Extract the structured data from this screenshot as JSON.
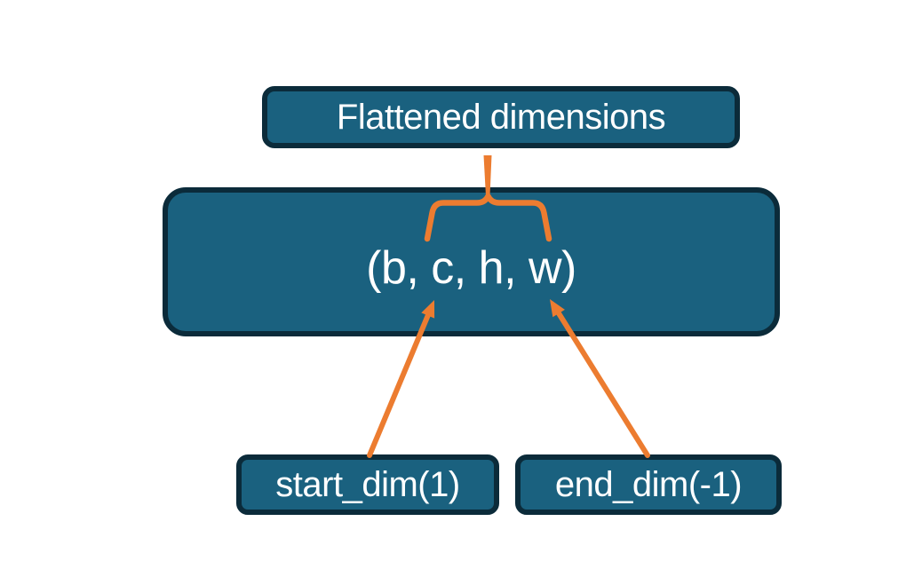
{
  "diagram": {
    "title_hint": "flatten start_dim / end_dim explanation",
    "colors": {
      "box_fill": "#1A617F",
      "box_border": "#0B2B3A",
      "accent_orange": "#EC7C30",
      "label_text": "#FFFFFF",
      "canvas_bg": "#FFFFFF"
    },
    "nodes": {
      "flattened": {
        "label": "Flattened dimensions"
      },
      "tensor": {
        "label": "(b, c, h, w)"
      },
      "start_dim": {
        "label": "start_dim(1)"
      },
      "end_dim": {
        "label": "end_dim(-1)"
      }
    },
    "connectors": {
      "brace": "curly brace spanning c, h, w linking to Flattened dimensions",
      "start_arrow": "arrow from start_dim(1) to dimension c",
      "end_arrow": "arrow from end_dim(-1) to dimension w"
    }
  }
}
